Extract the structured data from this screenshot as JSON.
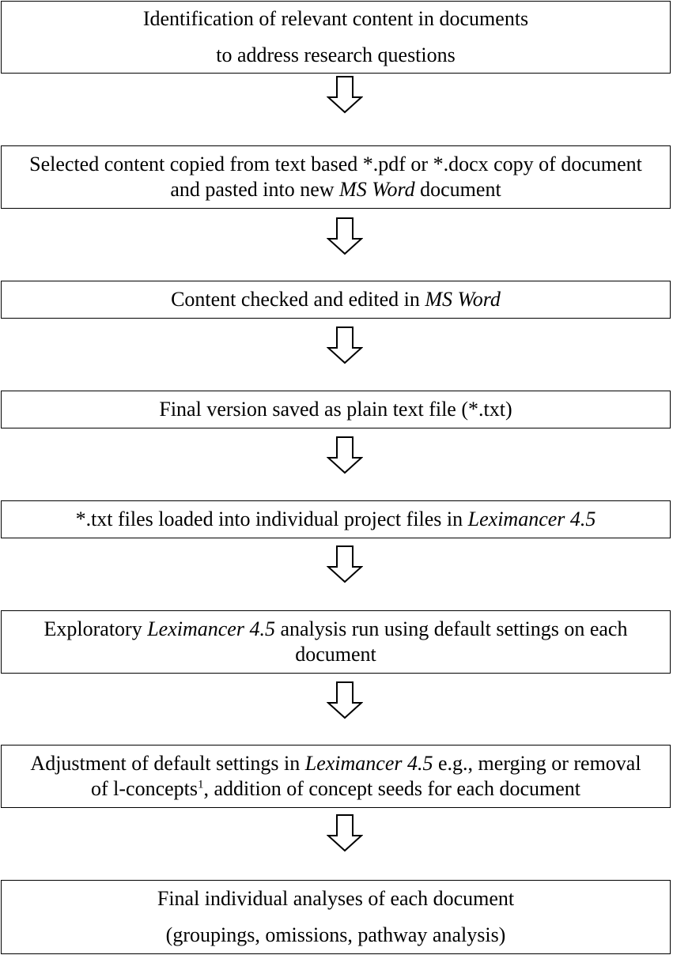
{
  "steps": [
    {
      "id": "identification",
      "line1": "Identification of relevant content in documents",
      "line2": "to address research questions"
    },
    {
      "id": "copy-paste",
      "line1": "Selected content copied from text based *.pdf or *.docx copy of document",
      "line2_pre": "and pasted into new ",
      "line2_italic": "MS Word",
      "line2_post": " document"
    },
    {
      "id": "check-edit",
      "line1_pre": "Content checked and edited in ",
      "line1_italic": "MS Word"
    },
    {
      "id": "save-txt",
      "line1": "Final version saved as plain text file (*.txt)"
    },
    {
      "id": "load-files",
      "line1_pre": "*.txt files loaded into individual project files in ",
      "line1_italic": "Leximancer 4.5"
    },
    {
      "id": "exploratory",
      "line1_pre": "Exploratory ",
      "line1_italic": "Leximancer 4.5",
      "line1_post": " analysis run using default settings on each",
      "line2": "document"
    },
    {
      "id": "adjustment",
      "line1_pre": "Adjustment of default settings in ",
      "line1_italic": "Leximancer 4.5",
      "line1_post": " e.g., merging or removal",
      "line2_pre": "of l-concepts",
      "line2_sup": "1",
      "line2_post": ", addition of concept seeds for each document"
    },
    {
      "id": "final-analyses",
      "line1": "Final individual analyses of each document",
      "line2": "(groupings, omissions, pathway analysis)"
    }
  ]
}
